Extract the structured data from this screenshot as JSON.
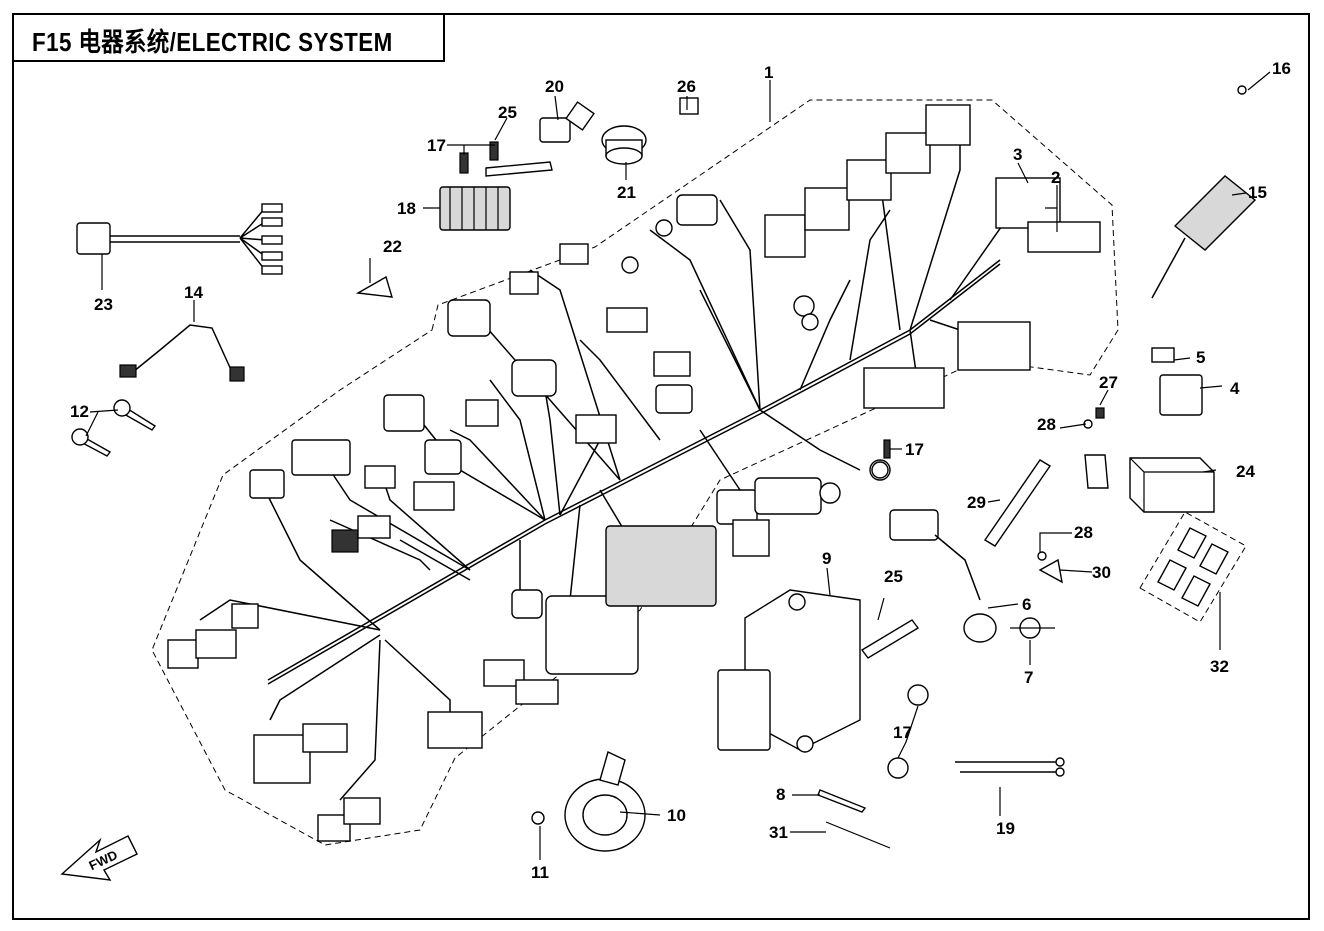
{
  "title": "F15 电器系统/ELECTRIC SYSTEM",
  "callouts": {
    "c1": "1",
    "c2": "2",
    "c3": "3",
    "c4": "4",
    "c5": "5",
    "c6": "6",
    "c7": "7",
    "c8": "8",
    "c9": "9",
    "c10": "10",
    "c11": "11",
    "c12": "12",
    "c14": "14",
    "c15": "15",
    "c16": "16",
    "c17a": "17",
    "c17b": "17",
    "c17c": "17",
    "c18": "18",
    "c19": "19",
    "c20": "20",
    "c21": "21",
    "c22": "22",
    "c23": "23",
    "c24": "24",
    "c25a": "25",
    "c25b": "25",
    "c26": "26",
    "c27": "27",
    "c28a": "28",
    "c28b": "28",
    "c29": "29",
    "c30": "30",
    "c31": "31",
    "c32": "32"
  },
  "fwd_label": "FWD"
}
